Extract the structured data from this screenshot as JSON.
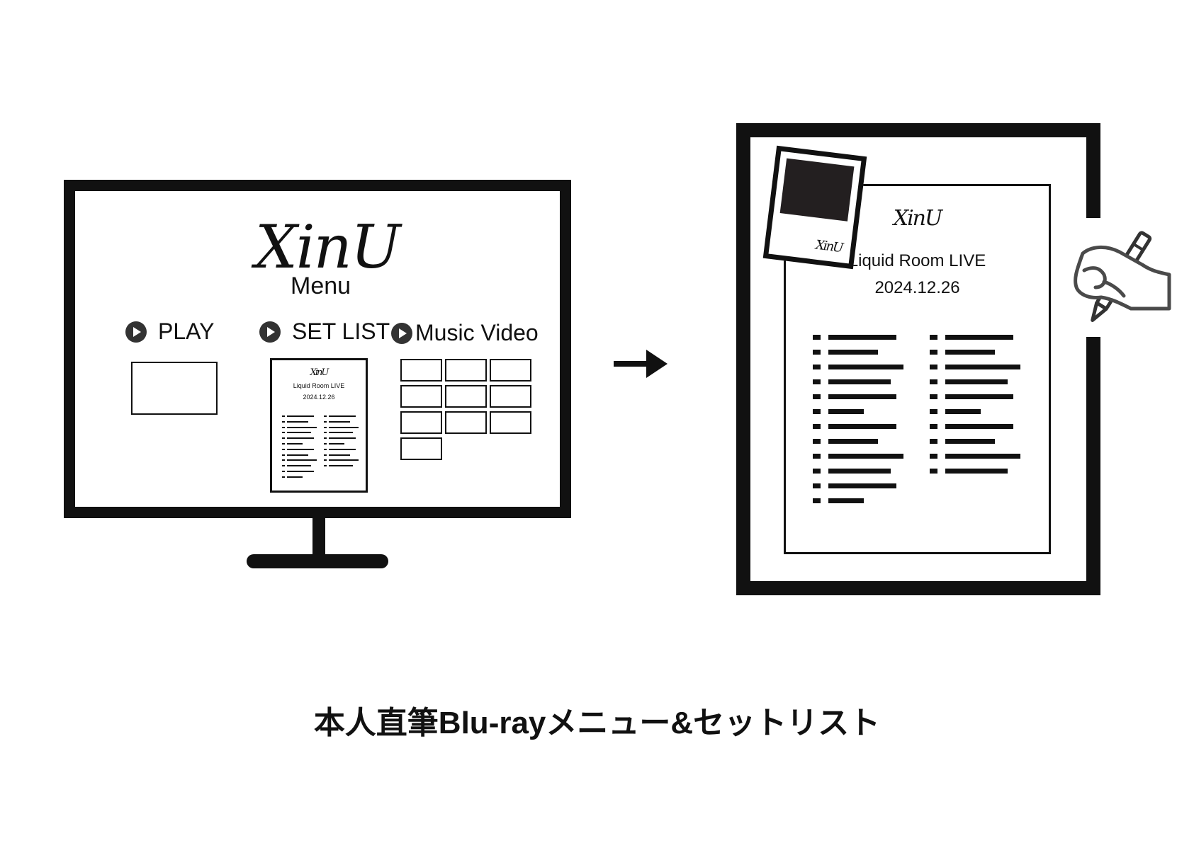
{
  "monitor": {
    "logo": "XinU",
    "menu_title": "Menu",
    "buttons": [
      {
        "label": "PLAY"
      },
      {
        "label": "SET LIST"
      },
      {
        "label": "Music Video"
      }
    ],
    "mini_sheet": {
      "logo": "XinU",
      "title": "Liquid Room LIVE",
      "date": "2024.12.26"
    }
  },
  "frame": {
    "sheet": {
      "logo": "XinU",
      "title": "Liquid Room LIVE",
      "date": "2024.12.26"
    },
    "polaroid_logo": "XinU"
  },
  "caption": "本人直筆Blu-rayメニュー&セットリスト",
  "colors": {
    "ink": "#111111",
    "photo": "#231f20",
    "background": "#ffffff"
  }
}
